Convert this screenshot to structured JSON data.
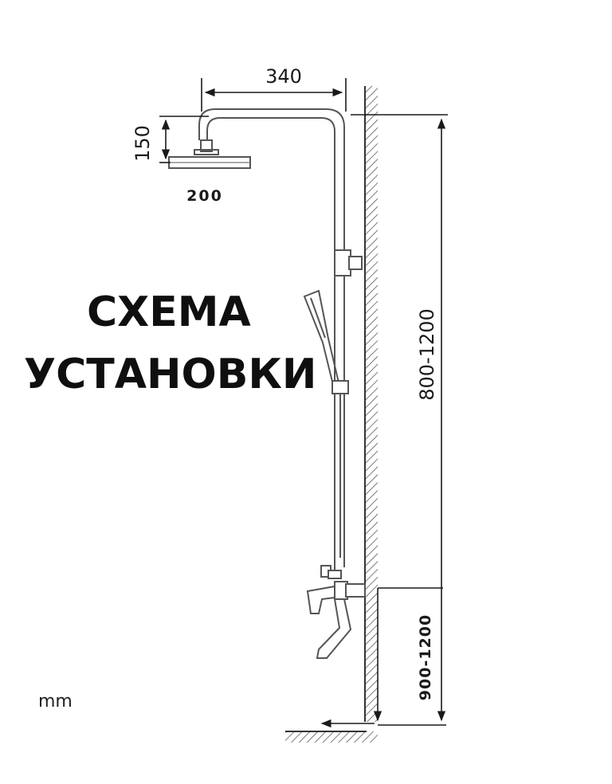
{
  "title": [
    "СХЕМА",
    "УСТАНОВКИ"
  ],
  "dimensions": {
    "arm_length": "340",
    "head_height": "150",
    "head_width": "200",
    "column_height": "800-1200",
    "mixer_height": "900-1200"
  },
  "unit": "mm",
  "colors": {
    "line": "#555555",
    "text": "#111111",
    "hatch": "#444444"
  }
}
